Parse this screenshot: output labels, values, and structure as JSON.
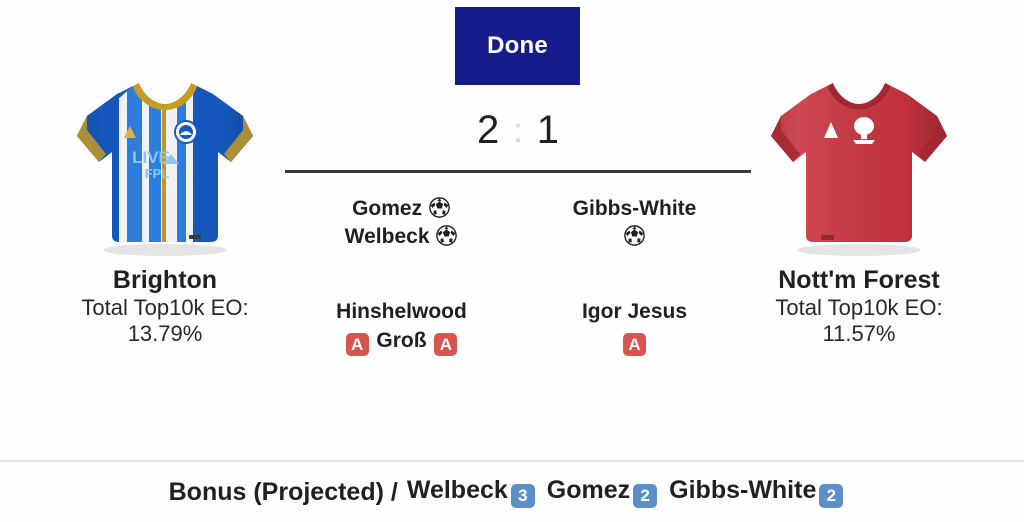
{
  "toolbar": {
    "done_label": "Done"
  },
  "match": {
    "score": {
      "home": "2",
      "separator": ":",
      "away": "1"
    },
    "home_team": {
      "name": "Brighton",
      "eo_label": "Total Top10k EO:",
      "eo_value": "13.79%",
      "kit": {
        "primary_color": "#1559c0",
        "secondary_color": "#ffffff",
        "trim_color": "#c79a22",
        "sponsor_line1": "LIVE",
        "sponsor_line2": "FPL"
      },
      "goals": [
        {
          "player": "Gomez",
          "icon": "soccer-ball-icon"
        },
        {
          "player": "Welbeck",
          "icon": "soccer-ball-icon"
        }
      ],
      "assists": [
        {
          "player": "Hinshelwood",
          "badge": "A"
        },
        {
          "player": "Groß",
          "badge": "A"
        }
      ]
    },
    "away_team": {
      "name": "Nott'm Forest",
      "eo_label": "Total Top10k EO:",
      "eo_value": "11.57%",
      "kit": {
        "primary_color": "#c9343f",
        "secondary_color": "#ffffff",
        "trim_color": "#a32730"
      },
      "goals": [
        {
          "player": "Gibbs-White",
          "icon": "soccer-ball-icon"
        }
      ],
      "assists": [
        {
          "player": "Igor Jesus",
          "badge": "A"
        }
      ]
    }
  },
  "bonus": {
    "label": "Bonus (Projected)  /",
    "entries": [
      {
        "player": "Welbeck",
        "points": "3"
      },
      {
        "player": "Gomez",
        "points": "2"
      },
      {
        "player": "Gibbs-White",
        "points": "2"
      }
    ]
  },
  "colors": {
    "done_button": "#151b8b",
    "assist_badge": "#d9534f",
    "bonus_badge": "#5b8fc7",
    "score_separator": "#d2d3d6",
    "score_divider": "#3a3a3c",
    "page_background": "#fefefe"
  }
}
